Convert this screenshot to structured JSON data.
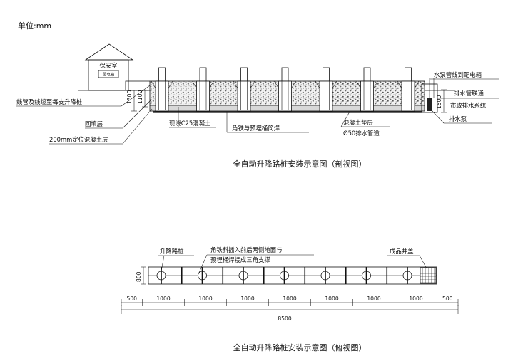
{
  "unit_label": "单位:mm",
  "section_view": {
    "caption": "全自动升降路桩安装示意图（剖视图）",
    "guard_house": "保安室",
    "ground_tag": "配电箱",
    "labels": {
      "cable": "线管及线缆至每支升降桩",
      "backfill": "回填层",
      "base_concrete": "200mm定位混凝土层",
      "cast_c25": "现浇C25混凝土",
      "angle_steel": "角铁与预埋桶简焊",
      "cushion": "混凝土垫层",
      "drain_pipe": "Ø50排水管道",
      "pump_cable": "水泵管线到配电箱",
      "drain_connect_1": "排水管联通",
      "drain_connect_2": "市政排水系统",
      "pump": "排水泵"
    },
    "dims": {
      "h1300": "1300",
      "h1100": "1100",
      "h1500": "1500"
    },
    "post_count": 7
  },
  "plan_view": {
    "caption": "全自动升降路桩安装示意图（俯视图）",
    "labels": {
      "post": "升降路桩",
      "brace_1": "角铁斜插入前后两侧地面与",
      "brace_2": "预埋桶焊接成三角支撑",
      "manhole": "成品井盖"
    },
    "width_dim": "800",
    "segments": [
      "500",
      "1000",
      "1000",
      "1000",
      "1000",
      "1000",
      "1000",
      "1000",
      "500"
    ],
    "total": "8500"
  }
}
